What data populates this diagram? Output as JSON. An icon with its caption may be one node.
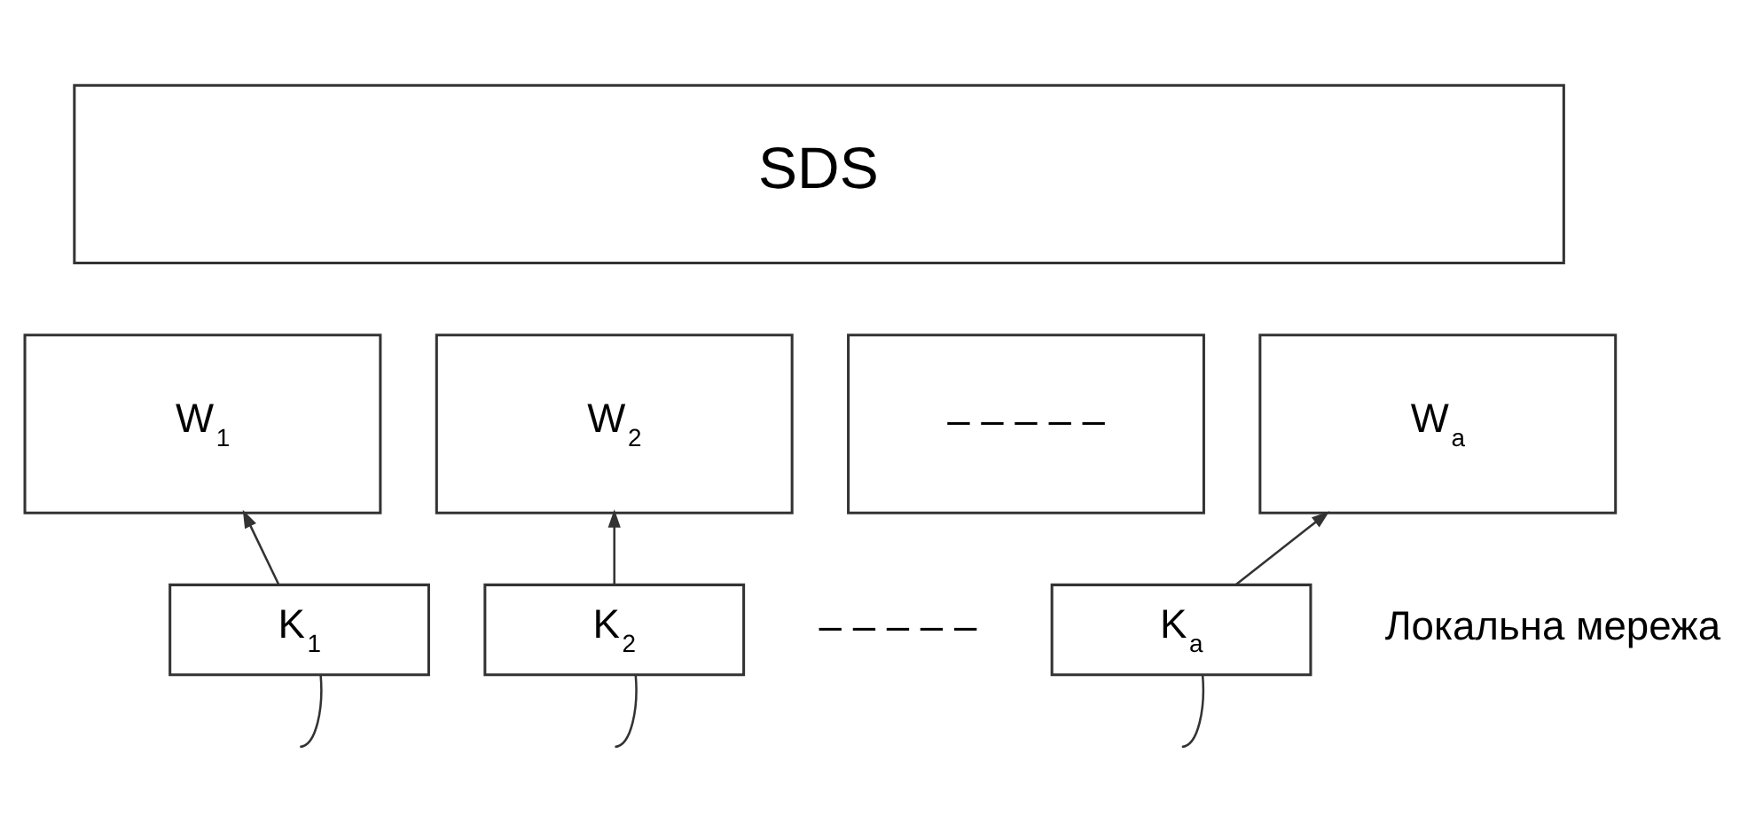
{
  "diagram": {
    "nodes": [
      {
        "text": [
          "SDS"
        ]
      },
      {
        "text": [
          "W$_{1}$"
        ]
      },
      {
        "text": [
          "W$_{2}$"
        ]
      },
      {
        "text": [
          "– – – – –"
        ]
      },
      {
        "text": [
          "W$_{a}$"
        ]
      },
      {
        "text": [
          "K$_{1}$"
        ]
      },
      {
        "text": [
          "K$_{2}$"
        ]
      },
      {
        "text": [
          "K$_{a}$"
        ]
      }
    ],
    "edges": [
      {
        "from": 5,
        "to": 1,
        "arrow": "to"
      },
      {
        "from": 6,
        "to": 2,
        "arrow": "to"
      },
      {
        "from": 7,
        "to": 4,
        "arrow": "to"
      },
      {
        "from": 5,
        "to": null,
        "arrow": "none"
      },
      {
        "from": 6,
        "to": null,
        "arrow": "none"
      },
      {
        "from": 7,
        "to": null,
        "arrow": "none"
      }
    ],
    "labels": [
      "– – – – –",
      "Локальна мережа"
    ]
  }
}
